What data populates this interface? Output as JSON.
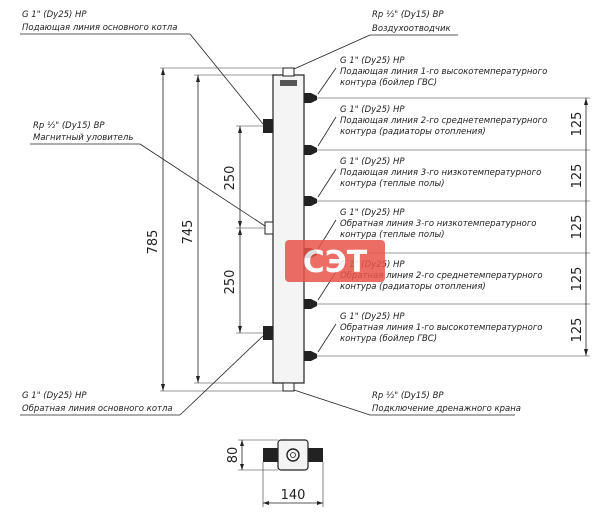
{
  "labels": {
    "supply_main_1": "G 1\" (Dy25) НР",
    "supply_main_2": "Подающая линия основного котла",
    "air_vent_1": "Rp ½\" (Dy15) ВР",
    "air_vent_2": "Воздухоотводчик",
    "magnet_1": "Rp ½\" (Dy15) ВР",
    "magnet_2": "Магнитный уловитель",
    "return_main_1": "G 1\" (Dy25) НР",
    "return_main_2": "Обратная линия основного котла",
    "drain_1": "Rp ½\" (Dy15) ВР",
    "drain_2": "Подключение дренажного крана"
  },
  "circuits": [
    {
      "l1": "G 1\" (Dy25) НР",
      "l2": "Подающая линия 1-го высокотемпературного",
      "l3": "контура (бойлер ГВС)"
    },
    {
      "l1": "G 1\" (Dy25) НР",
      "l2": "Подающая линия 2-го среднетемпературного",
      "l3": "контура (радиаторы отопления)"
    },
    {
      "l1": "G 1\" (Dy25) НР",
      "l2": "Подающая линия 3-го низкотемпературного",
      "l3": "контура (теплые полы)"
    },
    {
      "l1": "G 1\" (Dy25) НР",
      "l2": "Обратная линия 3-го низкотемпературного",
      "l3": "контура (теплые полы)"
    },
    {
      "l1": "G 1\" (Dy25) НР",
      "l2": "Обратная линия 2-го среднетемпературного",
      "l3": "контура (радиаторы отопления)"
    },
    {
      "l1": "G 1\" (Dy25) НР",
      "l2": "Обратная линия 1-го высокотемпературного",
      "l3": "контура (бойлер ГВС)"
    }
  ],
  "dimensions": {
    "total_height": "785",
    "body_height": "745",
    "upper_spacing": "250",
    "lower_spacing": "250",
    "circuit_spacing": [
      "125",
      "125",
      "125",
      "125",
      "125"
    ],
    "section_height": "80",
    "section_width": "140"
  },
  "watermark": "СЭТ",
  "colors": {
    "watermark": "#e8544a",
    "lines": "#222222"
  }
}
